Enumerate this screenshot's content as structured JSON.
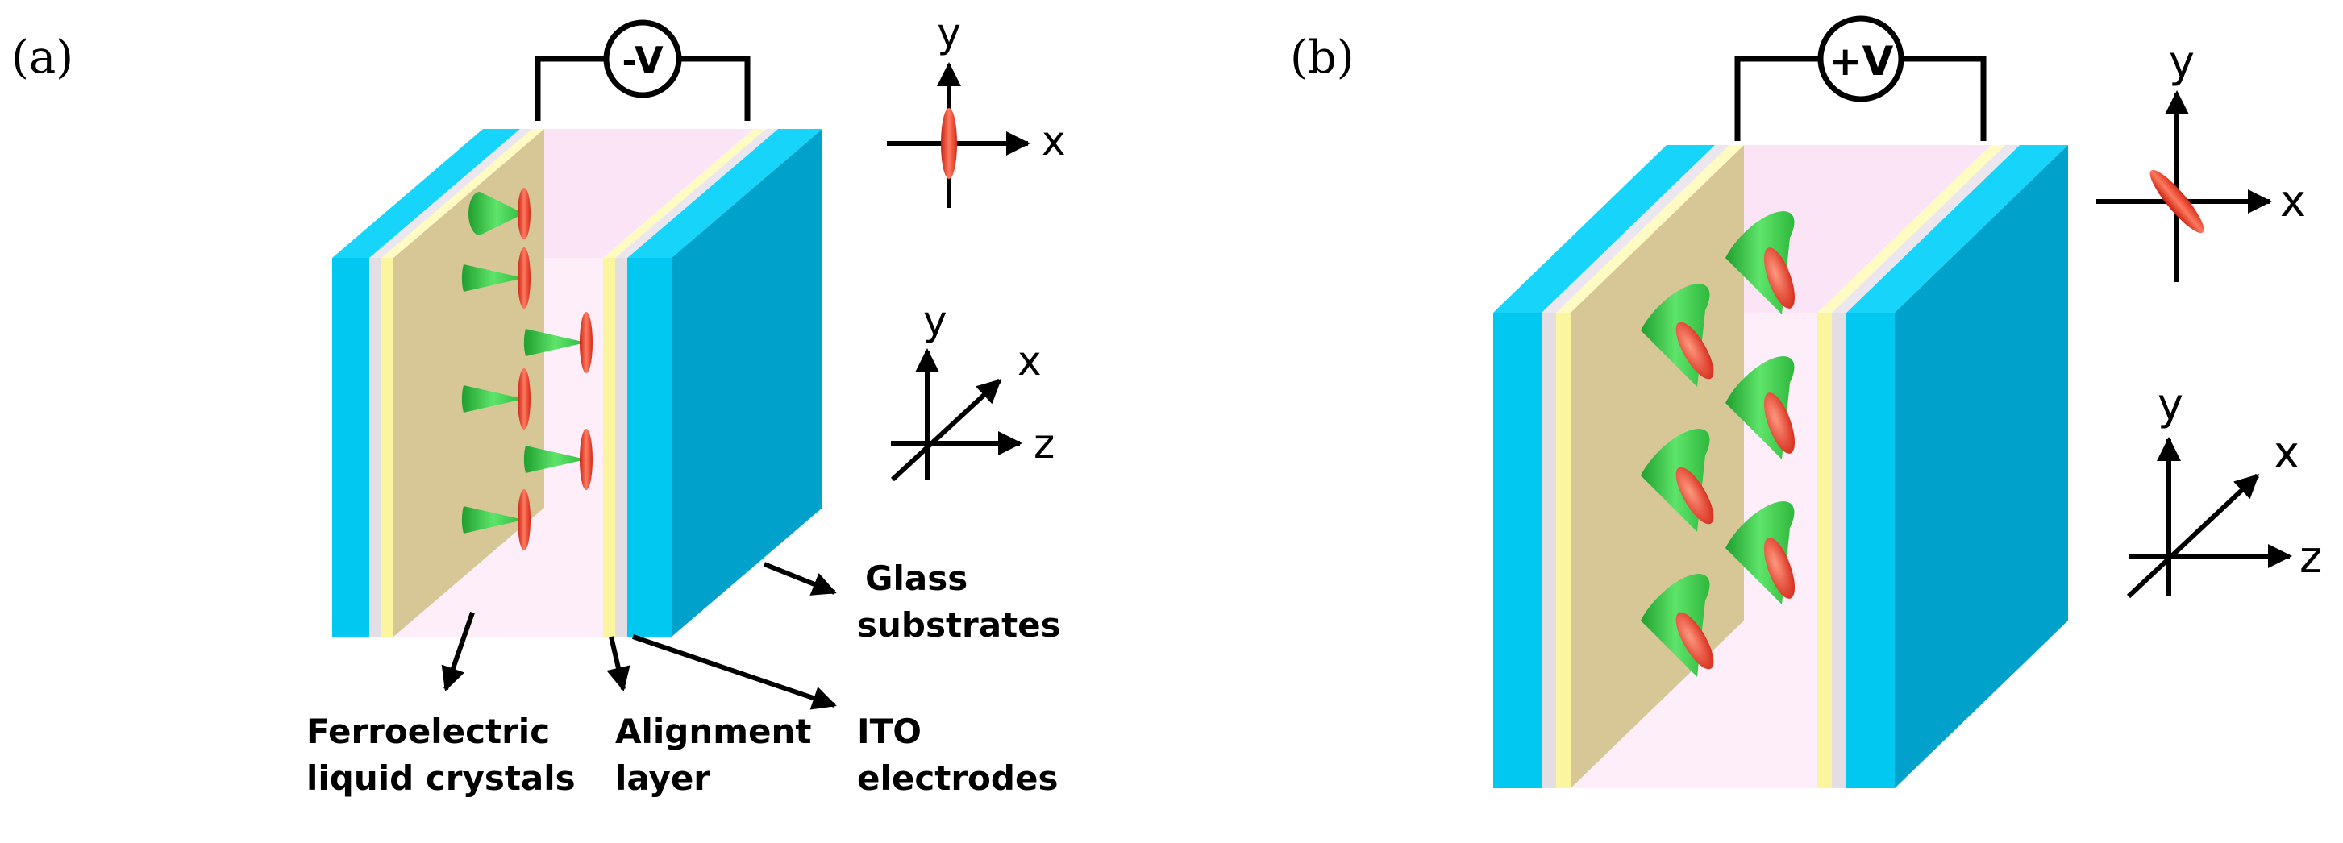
{
  "colors": {
    "glass": "#00c8f0",
    "glass_side": "#00a2cc",
    "ito": "#e3dde4",
    "alignment": "#fbf5a0",
    "lc_plane": "#d7c797",
    "lc_medium": "#fdeefa",
    "cone": "#3ccf4a",
    "molecule": "#f03a2a"
  },
  "panel_a": {
    "label": "(a)",
    "voltage": "-V",
    "axes2d": {
      "y": "y",
      "x": "x"
    },
    "axes3d": {
      "y": "y",
      "x": "x",
      "z": "z"
    },
    "labels": {
      "glass_1": "Glass",
      "glass_2": "substrates",
      "flc_1": "Ferroelectric",
      "flc_2": "liquid crystals",
      "align_1": "Alignment",
      "align_2": "layer",
      "ito_1": "ITO",
      "ito_2": "electrodes"
    }
  },
  "panel_b": {
    "label": "(b)",
    "voltage": "+V",
    "axes2d": {
      "y": "y",
      "x": "x"
    },
    "axes3d": {
      "y": "y",
      "x": "x",
      "z": "z"
    }
  }
}
